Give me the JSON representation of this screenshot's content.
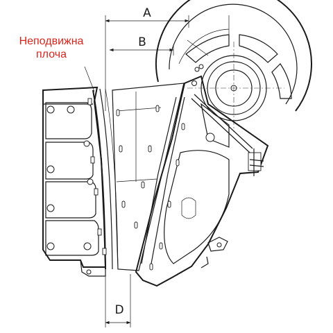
{
  "callout": {
    "line1": "Неподвижна",
    "line2": "плоча",
    "color": "#d8261c"
  },
  "dimensions": {
    "a": "A",
    "b": "B",
    "d": "D"
  },
  "colors": {
    "line": "#1a1a1a",
    "background": "#ffffff"
  }
}
